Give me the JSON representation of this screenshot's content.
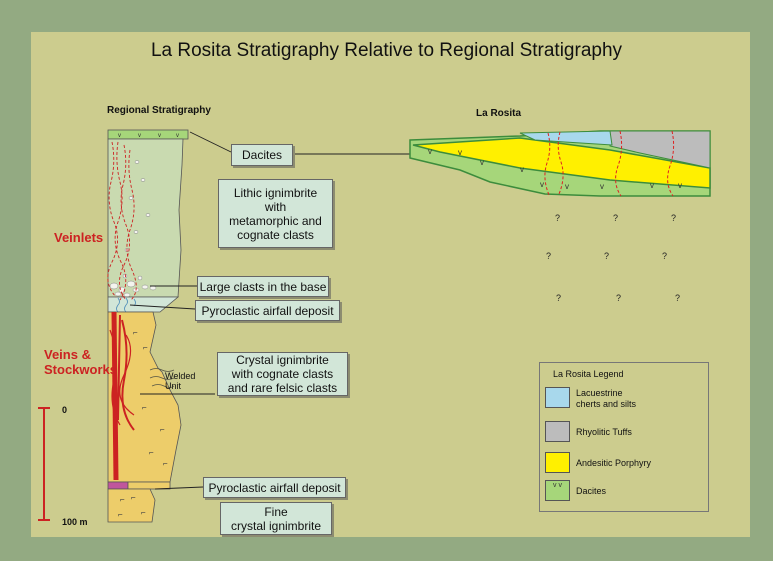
{
  "title": "La Rosita Stratigraphy Relative to Regional Stratigraphy",
  "regional_heading": "Regional Stratigraphy",
  "larosita_heading": "La Rosita",
  "side_labels": {
    "veinlets": "Veinlets",
    "veins_stockworks": "Veins &\nStockworks",
    "welded_unit": "Welded\nUnit"
  },
  "scale": {
    "top": "0",
    "bottom": "100 m"
  },
  "boxes": {
    "dacites": "Dacites",
    "lithic_ignimbrite": "Lithic ignimbrite\nwith\nmetamorphic and\ncognate clasts",
    "large_clasts": "Large clasts in the base",
    "pyroclastic_upper": "Pyroclastic airfall deposit",
    "crystal_ignimbrite": "Crystal ignimbrite\nwith cognate clasts\nand rare felsic clasts",
    "pyroclastic_lower": "Pyroclastic airfall deposit",
    "fine_crystal": "Fine\ncrystal ignimbrite"
  },
  "question_mark": "?",
  "legend": {
    "title": "La Rosita Legend",
    "items": [
      {
        "label": "Lacuestrine\ncherts and silts",
        "color": "#a8d8ec"
      },
      {
        "label": "Rhyolitic Tuffs",
        "color": "#bcbcbc"
      },
      {
        "label": "Andesitic Porphyry",
        "color": "#fff000"
      },
      {
        "label": "Dacites",
        "color": "#a6d67a",
        "glyph": "v  v"
      }
    ]
  },
  "colors": {
    "outer_bg": "#93aa82",
    "panel_bg": "#cccc8e",
    "lithic": "#c9dab0",
    "crystal": "#edcd6a",
    "dacite": "#a6d67a",
    "porphyry": "#fff000",
    "vein_red": "#cc2222"
  }
}
